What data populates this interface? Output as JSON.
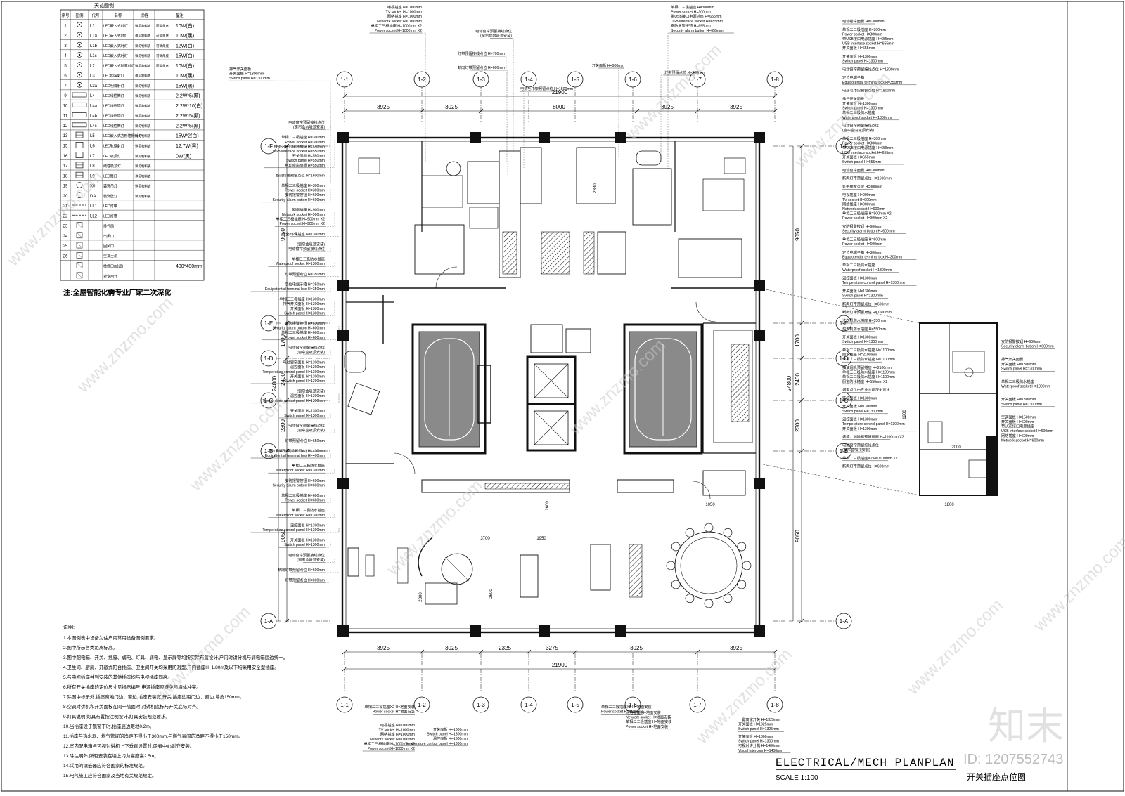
{
  "legend": {
    "title": "天花图例",
    "headers": [
      "序号",
      "图例",
      "代号",
      "名称",
      "规格",
      "备注"
    ],
    "rows": [
      {
        "no": "1",
        "code": "L1",
        "name": "LED嵌入式射灯",
        "spec": "详见物料表",
        "note": "可调角度",
        "power": "10W(白)"
      },
      {
        "no": "2",
        "code": "L1a",
        "name": "LED嵌入式射灯",
        "spec": "详见物料表",
        "note": "可调角度",
        "power": "10W(黑)"
      },
      {
        "no": "3",
        "code": "L1b",
        "name": "LED嵌入式射灯",
        "spec": "详见物料表",
        "note": "可调角度",
        "power": "12W(白)"
      },
      {
        "no": "4",
        "code": "L1c",
        "name": "LED嵌入式射灯",
        "spec": "详见物料表",
        "note": "可调角度",
        "power": "15W(白)"
      },
      {
        "no": "5",
        "code": "L2",
        "name": "LED嵌入式防雾射灯",
        "spec": "详见物料表",
        "note": "可调角度",
        "power": "10W(白)"
      },
      {
        "no": "6",
        "code": "L3",
        "name": "LED明装射灯",
        "spec": "详见物料表",
        "note": "",
        "power": "10W(黑)"
      },
      {
        "no": "7",
        "code": "L3a",
        "name": "LED明装射灯",
        "spec": "详见物料表",
        "note": "",
        "power": "15W(黑)"
      },
      {
        "no": "9",
        "code": "L4",
        "name": "LED线性筒灯",
        "spec": "详见物料表",
        "note": "",
        "power": "2.2W*5(黑)"
      },
      {
        "no": "10",
        "code": "L4a",
        "name": "LED线性筒灯",
        "spec": "详见物料表",
        "note": "",
        "power": "2.2W*10(白)"
      },
      {
        "no": "11",
        "code": "L4b",
        "name": "LED线性筒灯",
        "spec": "详见物料表",
        "note": "",
        "power": "2.2W*5(黑)"
      },
      {
        "no": "12",
        "code": "L4c",
        "name": "LED线性筒灯",
        "spec": "详见物料表",
        "note": "",
        "power": "2.2W*5(黑)"
      },
      {
        "no": "13",
        "code": "L5",
        "name": "LED嵌入式方形格栅射灯",
        "spec": "详见物料表",
        "note": "",
        "power": "15W*2(白)"
      },
      {
        "no": "15",
        "code": "L6",
        "name": "LED轨道射灯",
        "spec": "详见物料表",
        "note": "",
        "power": "12.7W(黑)"
      },
      {
        "no": "16",
        "code": "L7",
        "name": "LED吸顶灯",
        "spec": "详见物料表",
        "note": "",
        "power": "0W(黑)"
      },
      {
        "no": "17",
        "code": "L8",
        "name": "线性吸顶灯",
        "spec": "详见物料表",
        "note": "",
        "power": ""
      },
      {
        "no": "18",
        "code": "L9",
        "name": "LED筒灯",
        "spec": "详见物料表",
        "note": "",
        "power": ""
      },
      {
        "no": "19",
        "code": "X0",
        "name": "装饰吊灯",
        "spec": "详见物料表",
        "note": "",
        "power": ""
      },
      {
        "no": "20",
        "code": "DA",
        "name": "装饰壁灯",
        "spec": "详见物料表",
        "note": "",
        "power": ""
      },
      {
        "no": "21",
        "code": "LL1",
        "name": "LED灯带",
        "spec": "",
        "note": "",
        "power": ""
      },
      {
        "no": "22",
        "code": "LL2",
        "name": "LED灯带",
        "spec": "",
        "note": "",
        "power": ""
      },
      {
        "no": "23",
        "code": "",
        "name": "排气扇",
        "spec": "",
        "note": "",
        "power": ""
      },
      {
        "no": "24",
        "code": "",
        "name": "出风口",
        "spec": "",
        "note": "",
        "power": ""
      },
      {
        "no": "25",
        "code": "",
        "name": "回风口",
        "spec": "",
        "note": "",
        "power": ""
      },
      {
        "no": "26",
        "code": "",
        "name": "空调主机",
        "spec": "",
        "note": "",
        "power": ""
      },
      {
        "no": "",
        "code": "",
        "name": "检修口(成品)",
        "spec": "",
        "note": "",
        "power": "400*400mm"
      },
      {
        "no": "",
        "code": "",
        "name": "对专用开",
        "spec": "",
        "note": "",
        "power": ""
      }
    ],
    "footnote": "注:全屋智能化需专业厂家二次深化"
  },
  "notes": {
    "heading": "说明:",
    "items": [
      "1.本图例表中设备为住户内常用设备图例要求。",
      "2.图中所示各类距离标高。",
      "3.图中配电箱、开关、插座、弱电、灯具、弱电、显示屏等均按实际布置设计,户内对讲分机与弱电箱底边统一。",
      "4.卫生间、厨房、开敞式阳台插座、卫生间开关均采用防溅型,户内插座H+1.80m及以下均采用安全型插座。",
      "5.与电视插座并列安装的其他插座均与电视插座同高。",
      "6.所有开关插座的定位尺寸见指示编号,电源插座应避免与墙体冲突。",
      "7.除图中标示外,插座离地门边、窗边,插座安装宽,开关,插座边距门边、窗边,墙角150mm。",
      "8.空调对讲机和开关面板在同一墙面时,对讲机底标与开关底标对齐。",
      "9.灯具说明:灯具布置按注明设计,灯具安装规范要求。",
      "10.当插座设于飘窗下时,插座底边距地0.2m。",
      "11.插座与热水器、燃气管间的净距不得小于300mm,与燃气表间的净距不得小于150mm。",
      "12.室内配电箱与可视对讲机上下垂直设置时,两者中心对齐安装。",
      "13.除注明外,所有安装在墙上均为高度高2.5m。",
      "14.采用的镶嵌器应符合国家的标准规范。",
      "15.电气施工应符合国家及当地有关规范规定。"
    ]
  },
  "dimensions": {
    "top_total": "21900",
    "top_segments": [
      "3925",
      "3025",
      "8000",
      "3025",
      "3925"
    ],
    "bottom_total": "21900",
    "bottom_segments": [
      "3925",
      "3025",
      "2325",
      "3275",
      "3025",
      "3925"
    ],
    "left_total": "24800",
    "left_segments": [
      "9050",
      "1700",
      "2400",
      "2300",
      "9050"
    ],
    "right_total": "24800",
    "right_segments": [
      "9050",
      "1700",
      "2400",
      "2300",
      "9050"
    ],
    "inner": [
      "3700",
      "1950",
      "1600",
      "2600",
      "2800",
      "2330",
      "2000",
      "1200",
      "1800",
      "1050"
    ]
  },
  "grid": {
    "columns": [
      "1-1",
      "1-2",
      "1-3",
      "1-4",
      "1-5",
      "1-6",
      "1-7",
      "1-8"
    ],
    "rows": [
      "1-F",
      "1-E",
      "1-D",
      "1-C",
      "1-B",
      "1-A"
    ]
  },
  "callouts": {
    "top": [
      [
        "电视插座 H=1000mm",
        "TV socket H=1000mm",
        "网络插座 H=1000mm",
        "Network socket H=1000mm",
        "单相二三极插座 H=1000mm X2",
        "Power socket H=1000mm X2"
      ],
      [
        "电动窗帘预留接线点位",
        "(窗帘盒内吸顶安装)"
      ],
      [
        "灯带预留接线点位 H=700mm"
      ],
      [
        "断肉灯带预留点位 H=600mm"
      ],
      [
        "灯带预留点位 H=900mm"
      ],
      [
        "单相二三极插座 H=300mm",
        "Power socket H=300mm",
        "带USB接口电源插座 H=655mm",
        "USB interface socket H=655mm",
        "安防报警按钮 H=655mm",
        "Security alarm button H=655mm"
      ],
      [
        "排气开关面板",
        "开关面板 H=1300mm",
        "Switch panel H=1300mm"
      ],
      [
        "电热毛巾架预留点位 H=1500mm"
      ],
      [
        "开关面板 H=900mm"
      ]
    ],
    "left": [
      [
        "电动窗帘预留接线点位",
        "(窗帘盒内吸顶安装)"
      ],
      [
        "单相二三极插座 H=300mm",
        "Power socket H=300mm",
        "带USB接口电源插座 H=550mm",
        "USB interface socket H=550mm",
        "开关面板 H=550mm",
        "Switch panel H=550mm",
        "电动窗帘面板 H=550mm"
      ],
      [
        "断肉灯带预留点位 H=1600mm"
      ],
      [
        "单相二三极插座 H=300mm",
        "Power socket H=300mm",
        "安防报警按钮 H=600mm",
        "Security alarm button H=600mm"
      ],
      [
        "网络插座 H=900mm",
        "Network socket H=900mm",
        "单相二三极插座 H=900mm X2",
        "Power socket H=900mm X2"
      ],
      [
        "安全/环保插座 H=1300mm"
      ],
      [
        "(窗帘盒吸顶安装)",
        "电动窗帘预留接线点位"
      ],
      [
        "单相二三极防水插座",
        "Waterproof socket H=1300mm"
      ],
      [
        "灯带预留点位 H=350mm"
      ],
      [
        "定位电端子箱 H=350mm",
        "Equipotential terminal box H=350mm"
      ],
      [
        "单相二三极插座 H=1300mm",
        "排气开关面板 H=1300mm",
        "开关面板 H=1300mm",
        "Switch panel H=1300mm"
      ],
      [
        "安防报警按钮 H=600mm",
        "Security alarm button H=600mm",
        "单相二三极插座 H=600mm",
        "Power socket H=600mm"
      ],
      [
        "电动窗帘预留接线点位",
        "(窗帘盒吸顶安装)"
      ],
      [
        "电动窗帘面板 H=1300mm",
        "温控面板 H=1300mm",
        "Temperature control panel H=1300mm",
        "开关面板 H=1300mm",
        "Switch panel H=1300mm"
      ],
      [
        "(窗帘盒吸顶安装)",
        "温控面板 H=1300mm",
        "Temperature control panel H=1300mm"
      ],
      [
        "开关面板 H=1300mm",
        "Switch panel H=1300mm"
      ],
      [
        "电动窗帘预留接线点位",
        "(窗帘盒吸顶安装)"
      ],
      [
        "灯带预留点位 H=650mm"
      ],
      [
        "定位电端子箱(检修口内) H=400mm",
        "Equipotential terminal box H=400mm"
      ],
      [
        "单相二三极防水插座",
        "Waterproof socket H=1300mm"
      ],
      [
        "安防报警按钮 H=600mm",
        "Security alarm button H=600mm"
      ],
      [
        "单相二三极插座 H=600mm",
        "Power socket H=600mm"
      ],
      [
        "单相二三极防水插座",
        "Waterproof socket H=1300mm"
      ],
      [
        "温控面板 H=1300mm",
        "Temperature control panel H=1300mm"
      ],
      [
        "开关面板 H=1300mm",
        "Switch panel H=1300mm"
      ],
      [
        "电动窗帘预留接线点位",
        "(窗帘盒吸顶安装)"
      ],
      [
        "断肉灯带预留点位 H=600mm"
      ],
      [
        "灯带预留点位 H=600mm"
      ]
    ],
    "right": [
      [
        "电动卷帘面板 H=1300mm"
      ],
      [
        "单相二三极插座 H=300mm",
        "Power socket H=300mm",
        "带USB接口电源插座 H=655mm",
        "USB interface socket H=655mm",
        "开关面板 H=655mm"
      ],
      [
        "开关面板 H=1300mm",
        "Switch panel H=1300mm"
      ],
      [
        "电动窗帘预留接线点位 H=1300mm"
      ],
      [
        "定位电端子箱",
        "Equipotential terminal box H=350mm"
      ],
      [
        "电热毛巾架预留点位 H=1800mm"
      ],
      [
        "排气开关面板",
        "开关面板 H=1300mm",
        "Switch panel H=1300mm",
        "单相二三极防水插座",
        "Waterproof socket H=1300mm"
      ],
      [
        "电动窗帘预留接线点位",
        "(窗帘盒内吸顶安装)"
      ],
      [
        "单相二三极插座 H=300mm",
        "Power socket H=300mm",
        "带USB接口电源插座 H=655mm",
        "USB interface socket H=655mm",
        "开关面板 H=655mm",
        "Switch panel H=655mm"
      ],
      [
        "电动窗帘面板 H=1300mm"
      ],
      [
        "断肉灯带预留点位 H=1600mm"
      ],
      [
        "灯带预留点位 H=300mm"
      ],
      [
        "电视插座 H=900mm",
        "TV socket H=900mm",
        "网络插座 H=900mm",
        "Network socket H=900mm",
        "单相二三极插座 H=900mm X2",
        "Power socket H=900mm X2"
      ],
      [
        "安防报警按钮 H=600mm",
        "Security alarm button H=600mm"
      ],
      [
        "单相二三极插座 H=600mm",
        "Power socket H=600mm"
      ],
      [
        "定位电端子箱 H=300mm",
        "Equipotential terminal box H=300mm"
      ],
      [
        "单相二三极防水插座",
        "Waterproof socket H=1300mm"
      ],
      [
        "温控面板 H=1300mm",
        "Temperature control panel H=1300mm"
      ],
      [
        "开关面板 H=1300mm",
        "Switch panel H=1300mm"
      ],
      [
        "断肉灯带预留点位 H=600mm"
      ],
      [
        "断肉灯带预留点位 H=1600mm"
      ],
      [
        "洗衣机防水插座 H=550mm"
      ],
      [
        "烘干机防水插座 H=550mm"
      ],
      [
        "开关面板 H=1300mm",
        "Switch panel H=1300mm"
      ],
      [
        "单相二三极防水插座 H=1100mm",
        "防水插座 H=2100mm",
        "单相二三极防水插座 H=1100mm"
      ],
      [
        "抽油烟机预留插座 H=2100mm",
        "单相二三极防水插座 H=1100mm",
        "单相二三极防水插座 H=1100mm",
        "厨宝防水插座 H=550mm X2"
      ],
      [
        "烟道点位由专业公司深化设计"
      ],
      [
        "监控面板 H=1300mm"
      ],
      [
        "开关面板 H=1300mm",
        "Switch panel H=1300mm"
      ],
      [
        "温控面板 H=1300mm",
        "Temperature control panel H=1300mm",
        "开关面板 H=1300mm"
      ],
      [
        "烤箱、咖啡机预留插座 H=1100mm X2"
      ],
      [
        "电动窗帘预留接线点位",
        "(窗帘盒吸顶安装)"
      ],
      [
        "单相二三极插座X2 H=1100mm X2"
      ],
      [
        "断肉灯带预留点位 H=600mm"
      ]
    ],
    "bottom": [
      [
        "单相二三极插座X2 H=地面安装",
        "Power socket H=地面安装"
      ],
      [
        "电视插座 H=1000mm",
        "TV socket H=1000mm",
        "网络插座 H=1000mm",
        "Network socket H=1000mm",
        "单相二三极插座 H=1000mm X2",
        "Power socket H=1000mm X2"
      ],
      [
        "开关面板 H=1300mm",
        "Switch panel H=1300mm",
        "温控面板 H=1300mm",
        "Temperature control panel H=1300mm"
      ],
      [
        "单相二三极插座X2 H=地面安装",
        "Power socket H=地面安装"
      ],
      [
        "网络插座 H=地面安装",
        "Network socket H=地面安装",
        "单相二三极插座 H=地面安装",
        "Power socket H=地面安装"
      ],
      [
        "开关面板 H=1300mm",
        "Switch panel H=1300mm",
        "可视对讲分机 H=1400mm",
        "Visual intercom H=1400mm"
      ],
      [
        "一键离家开关 H=1325mm",
        "开关面板 H=1325mm",
        "Switch panel H=1325mm"
      ]
    ]
  },
  "inset_callouts": [
    [
      "安防报警按钮 H=600mm",
      "Security alarm button H=600mm"
    ],
    [
      "排气开关面板",
      "开关面板 H=1300mm",
      "Switch panel H=1300mm"
    ],
    [
      "单相二三极防水插座",
      "Waterproof socket H=1300mm"
    ],
    [
      "开关面板 H=1300mm",
      "Switch panel H=1300mm"
    ],
    [
      "空调面板 H=1500mm",
      "开关面板 H=600mm",
      "带USB接口电源插座",
      "USB interface socket H=600mm",
      "网络插座 H=600mm",
      "Network socket H=600mm"
    ]
  ],
  "title_block": {
    "title": "ELECTRICAL/MECH PLANPLAN",
    "scale": "SCALE 1:100",
    "subtitle_cn": "开关插座点位图"
  },
  "watermark": {
    "brand_cn": "知末",
    "id_text": "ID: 1207552743",
    "site": "www.znzmo.com"
  },
  "colors": {
    "line": "#111111",
    "hatch_fill": "#8a8a8a",
    "watermark": "#c8c8c8",
    "background": "#ffffff"
  }
}
